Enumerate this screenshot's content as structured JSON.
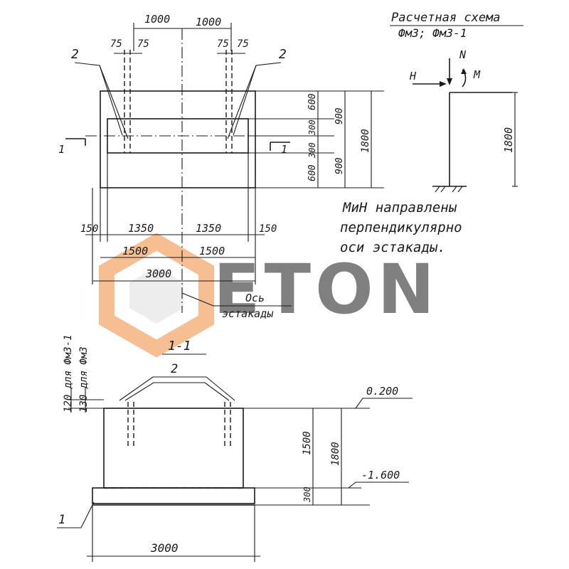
{
  "scheme": {
    "title": "Расчетная схема",
    "subtitle": "Фм3; Фм3-1",
    "label_n": "N",
    "label_h": "H",
    "label_m": "M",
    "height": "1800"
  },
  "note": {
    "line1": "МиН направлены",
    "line2": "перпендикулярно",
    "line3": "оси эстакады."
  },
  "plan": {
    "top_dim_left": "1000",
    "top_dim_right": "1000",
    "bolt_left_a": "75",
    "bolt_left_b": "75",
    "bolt_right_a": "75",
    "bolt_right_b": "75",
    "callout_left": "2",
    "callout_right": "2",
    "section_left": "1",
    "section_right": "1",
    "dim_600_top": "600",
    "dim_300_a": "300",
    "dim_300_b": "300",
    "dim_600_bottom": "600",
    "dim_900_top": "900",
    "dim_900_bottom": "900",
    "dim_1800": "1800",
    "dim_150_left": "150",
    "dim_1350_left": "1350",
    "dim_1350_right": "1350",
    "dim_150_right": "150",
    "dim_1500_left": "1500",
    "dim_1500_right": "1500",
    "dim_3000": "3000",
    "axis_label_1": "Ось",
    "axis_label_2": "эстакады"
  },
  "section": {
    "title": "1-1",
    "callout_top": "2",
    "callout_base": "1",
    "label_fm31": "120 для Фм3-1",
    "label_fm3": "130 для Фм3",
    "elev_top": "0.200",
    "elev_bottom": "-1.600",
    "dim_1500": "1500",
    "dim_1800": "1800",
    "dim_300": "300",
    "dim_3000": "3000"
  },
  "watermark": {
    "text": "ETON",
    "accent_color": "#f08a3c",
    "gray_color": "#c8c8c8"
  }
}
